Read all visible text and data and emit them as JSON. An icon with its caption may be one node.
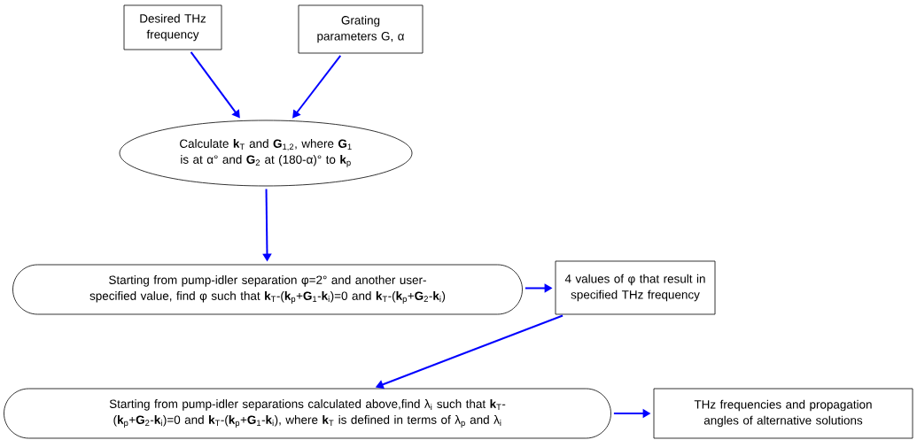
{
  "diagram": {
    "nodes": [
      {
        "text": [
          "Desired THz frequency"
        ]
      },
      {
        "text": [
          "Grating parameters G, α"
        ]
      },
      {
        "text": [
          "Calculate **k**$_{T}$ and **G**$_{1,2}$, where **G**$_{1}$ is at α° and **G**$_{2}$ at (180-α)° to **k**$_{p}$"
        ]
      },
      {
        "text": [
          "Starting from pump-idler separation φ=2° and another user-specified value, find φ such that **k**$_{T}$-(**k**$_{p}$+**G**$_{1}$-**k**$_{i}$)=0 and **k**$_{T}$-(**k**$_{p}$+**G**$_{2}$-**k**$_{i}$)"
        ]
      },
      {
        "text": [
          "4 values of φ that result in specified THz frequency"
        ]
      },
      {
        "text": [
          "Starting from pump-idler separations calculated above,find λ$_{i}$ such that **k**$_{T}$-(**k**$_{p}$+**G**$_{2}$-**k**$_{i}$)=0 and **k**$_{T}$-(**k**$_{p}$+**G**$_{1}$-**k**$_{i}$), where **k**$_{T}$ is defined in terms of λ$_{p}$ and λ$_{i}$"
        ]
      },
      {
        "text": [
          "THz frequencies and propagation angles of alternative solutions"
        ]
      }
    ],
    "edges": [
      {
        "from": 0,
        "to": 2,
        "arrow": "to"
      },
      {
        "from": 1,
        "to": 2,
        "arrow": "to"
      },
      {
        "from": 2,
        "to": 3,
        "arrow": "to"
      },
      {
        "from": 3,
        "to": 4,
        "arrow": "to"
      },
      {
        "from": 4,
        "to": 5,
        "arrow": "to"
      },
      {
        "from": 5,
        "to": 6,
        "arrow": "to"
      }
    ]
  }
}
